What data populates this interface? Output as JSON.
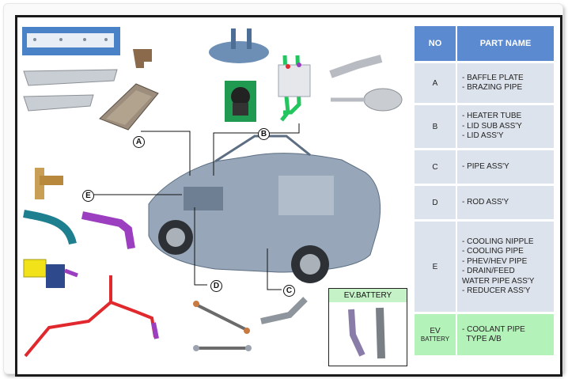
{
  "table": {
    "headers": {
      "no": "NO",
      "part_name": "PART NAME"
    },
    "rows": [
      {
        "no": "A",
        "parts": [
          "- BAFFLE PLATE",
          "- BRAZING PIPE"
        ]
      },
      {
        "no": "B",
        "parts": [
          "- HEATER TUBE",
          "- LID SUB ASS'Y",
          "- LID ASS'Y"
        ]
      },
      {
        "no": "C",
        "parts": [
          "- PIPE ASS'Y"
        ]
      },
      {
        "no": "D",
        "parts": [
          "- ROD ASS'Y"
        ]
      },
      {
        "no": "E",
        "parts": [
          "- COOLING NIPPLE",
          "- COOLING PIPE",
          "- PHEV/HEV PIPE",
          "- DRAIN/FEED",
          "  WATER PIPE ASS'Y",
          "- REDUCER ASS'Y"
        ]
      }
    ],
    "ev_row": {
      "no_line1": "EV",
      "no_line2": "BATTERY",
      "parts": [
        "- COOLANT PIPE",
        "  TYPE A/B"
      ]
    }
  },
  "markers": {
    "a": "A",
    "b": "B",
    "c": "C",
    "d": "D",
    "e": "E"
  },
  "ev_box": {
    "label": "EV.BATTERY"
  },
  "colors": {
    "header_blue": "#5b8ad0",
    "row_gray": "#dde3ec",
    "ev_green": "#b3f2b8",
    "pipe_green": "#22c55e",
    "pipe_red": "#e0282d",
    "pipe_purple": "#9b3fc0",
    "pipe_teal": "#1e7f8f"
  }
}
